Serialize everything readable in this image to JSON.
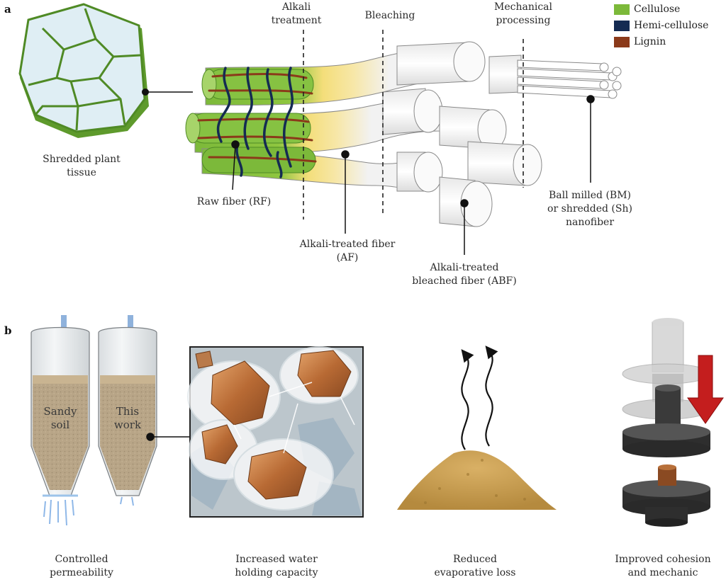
{
  "panel_a": {
    "tag": "a",
    "stages": [
      "Alkali",
      "treatment",
      "Bleaching",
      "Mechanical",
      "processing"
    ],
    "legend": [
      {
        "label": "Cellulose",
        "color": "#7cb93a"
      },
      {
        "label": "Hemi-cellulose",
        "color": "#142b52"
      },
      {
        "label": "Lignin",
        "color": "#8b3a1a"
      }
    ],
    "labels": {
      "plant_1": "Shredded plant",
      "plant_2": "tissue",
      "rf": "Raw fiber (RF)",
      "af_1": "Alkali-treated fiber",
      "af_2": "(AF)",
      "abf_1": "Alkali-treated",
      "abf_2": "bleached fiber (ABF)",
      "nano_1": "Ball milled (BM)",
      "nano_2": "or shredded (Sh)",
      "nano_3": "nanofiber"
    }
  },
  "panel_b": {
    "tag": "b",
    "columns": {
      "sandy_1": "Sandy",
      "sandy_2": "soil",
      "work_1": "This",
      "work_2": "work"
    },
    "captions": {
      "c1_1": "Controlled",
      "c1_2": "permeability",
      "c2_1": "Increased water",
      "c2_2": "holding capacity",
      "c3_1": "Reduced",
      "c3_2": "evaporative loss",
      "c4_1": "Improved cohesion",
      "c4_2": "and mechanic"
    }
  },
  "colors": {
    "cellulose": "#7cb93a",
    "hemicellulose": "#142b52",
    "lignin": "#8b3a1a",
    "alkali_yellow": "#f2d56a",
    "soil": "#b9a58a",
    "press_dark": "#3a3a3a",
    "arrow_red": "#c41e1e"
  }
}
